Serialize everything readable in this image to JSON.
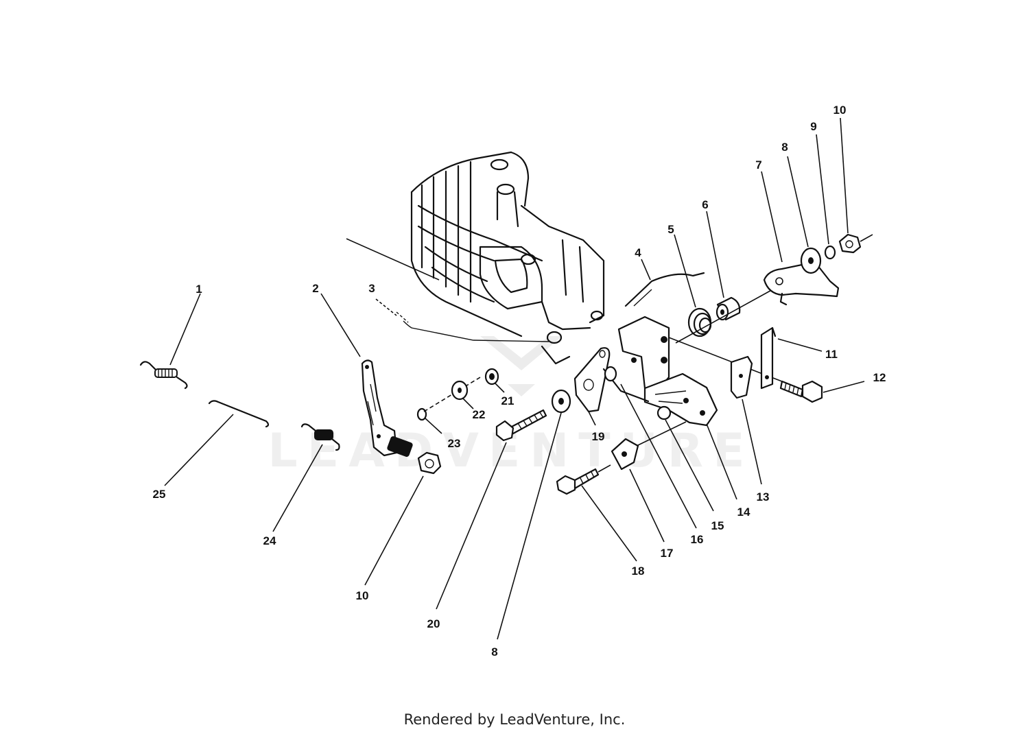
{
  "watermark": "LEADVENTURE",
  "footer": "Rendered by LeadVenture, Inc.",
  "callouts": [
    "1",
    "2",
    "3",
    "4",
    "5",
    "6",
    "7",
    "8",
    "9",
    "10",
    "11",
    "12",
    "13",
    "14",
    "15",
    "16",
    "17",
    "18",
    "19",
    "20",
    "21",
    "22",
    "23",
    "24",
    "25",
    "10",
    "8"
  ]
}
